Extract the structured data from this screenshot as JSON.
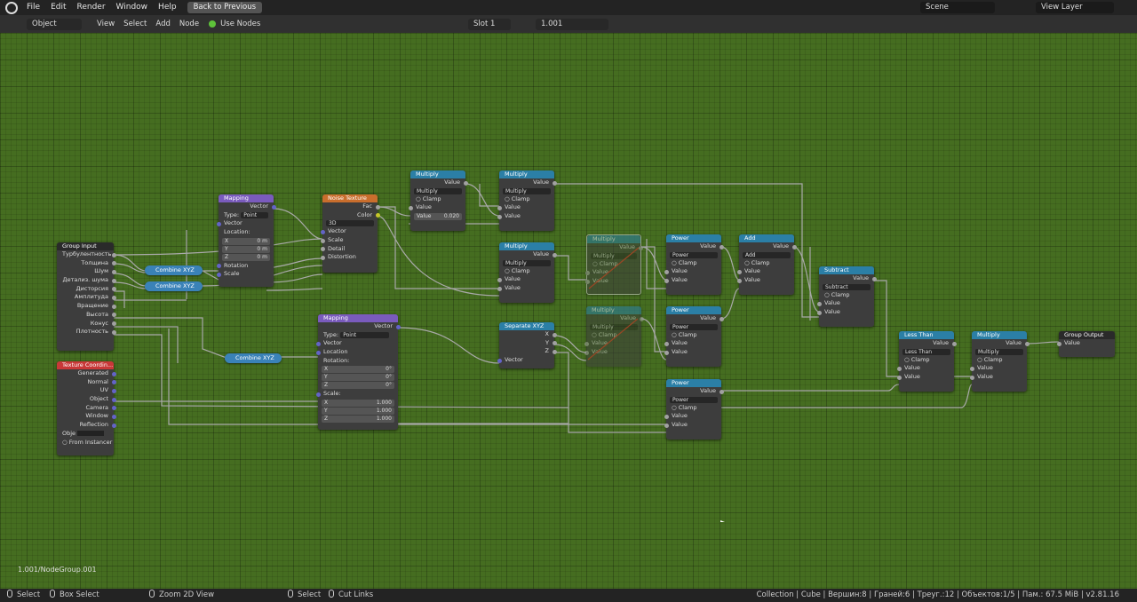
{
  "topbar": {
    "menus": [
      "File",
      "Edit",
      "Render",
      "Window",
      "Help"
    ],
    "back_button": "Back to Previous",
    "scene": "Scene",
    "view_layer": "View Layer"
  },
  "header": {
    "mode": "Object",
    "menus": [
      "View",
      "Select",
      "Add",
      "Node"
    ],
    "use_nodes": "Use Nodes",
    "slot": "Slot 1",
    "material": "1.001"
  },
  "nodes": {
    "group_input": {
      "title": "Group Input",
      "outputs": [
        "Турбулентность",
        "Толщина",
        "Шум",
        "Детализ. шума",
        "Дисторсия",
        "Амплитуда",
        "Вращение",
        "Высота",
        "Конус",
        "Плотность"
      ]
    },
    "texture_coord": {
      "title": "Texture Coordin...",
      "outputs": [
        "Generated",
        "Normal",
        "UV",
        "Object",
        "Camera",
        "Window",
        "Reflection"
      ],
      "object_label": "Obje",
      "from_instancer": "From Instancer"
    },
    "combine1": {
      "title": "Combine XYZ"
    },
    "combine2": {
      "title": "Combine XYZ"
    },
    "combine3": {
      "title": "Combine XYZ"
    },
    "mapping1": {
      "title": "Mapping",
      "output": "Vector",
      "type_label": "Type:",
      "type_value": "Point",
      "vector": "Vector",
      "location": "Location:",
      "x": "X",
      "y": "Y",
      "z": "Z",
      "x_val": "0 m",
      "y_val": "0 m",
      "z_val": "0 m",
      "rotation": "Rotation",
      "scale": "Scale"
    },
    "noise": {
      "title": "Noise Texture",
      "fac": "Fac",
      "color": "Color",
      "dim": "3D",
      "vector": "Vector",
      "scale": "Scale",
      "detail": "Detail",
      "distortion": "Distortion"
    },
    "mapping2": {
      "title": "Mapping",
      "output": "Vector",
      "type_label": "Type:",
      "type_value": "Point",
      "vector": "Vector",
      "location": "Location",
      "rotation": "Rotation:",
      "rx": "0°",
      "ry": "0°",
      "rz": "0°",
      "scale": "Scale:",
      "sx": "1.000",
      "sy": "1.000",
      "sz": "1.000",
      "x": "X",
      "y": "Y",
      "z": "Z"
    },
    "multiply1": {
      "title": "Multiply",
      "output": "Value",
      "op": "Multiply",
      "clamp": "Clamp",
      "value": "Value",
      "value2_label": "Value",
      "value2": "0.020"
    },
    "multiply2": {
      "title": "Multiply",
      "output": "Value",
      "op": "Multiply",
      "clamp": "Clamp",
      "value": "Value",
      "value2": "Value"
    },
    "multiply3": {
      "title": "Multiply",
      "output": "Value",
      "op": "Multiply",
      "clamp": "Clamp",
      "value": "Value",
      "value2": "Value"
    },
    "separate": {
      "title": "Separate XYZ",
      "x": "X",
      "y": "Y",
      "z": "Z",
      "vector": "Vector"
    },
    "muted1": {
      "title": "Multiply",
      "output": "Value",
      "op": "Multiply",
      "clamp": "Clamp",
      "value": "Value",
      "value2": "Value"
    },
    "muted2": {
      "title": "Multiply",
      "output": "Value",
      "op": "Multiply",
      "clamp": "Clamp",
      "value": "Value",
      "value2": "Value"
    },
    "power1": {
      "title": "Power",
      "output": "Value",
      "op": "Power",
      "clamp": "Clamp",
      "value": "Value",
      "value2": "Value"
    },
    "power2": {
      "title": "Power",
      "output": "Value",
      "op": "Power",
      "clamp": "Clamp",
      "value": "Value",
      "value2": "Value"
    },
    "power3": {
      "title": "Power",
      "output": "Value",
      "op": "Power",
      "clamp": "Clamp",
      "value": "Value",
      "value2": "Value"
    },
    "add": {
      "title": "Add",
      "output": "Value",
      "op": "Add",
      "clamp": "Clamp",
      "value": "Value",
      "value2": "Value"
    },
    "subtract": {
      "title": "Subtract",
      "output": "Value",
      "op": "Subtract",
      "clamp": "Clamp",
      "value": "Value",
      "value2": "Value"
    },
    "lessthan": {
      "title": "Less Than",
      "output": "Value",
      "op": "Less Than",
      "clamp": "Clamp",
      "value": "Value",
      "value2": "Value"
    },
    "multiply4": {
      "title": "Multiply",
      "output": "Value",
      "op": "Multiply",
      "clamp": "Clamp",
      "value": "Value",
      "value2": "Value"
    },
    "group_output": {
      "title": "Group Output",
      "input": "Value"
    }
  },
  "breadcrumb": "1.001/NodeGroup.001",
  "status": {
    "select": "Select",
    "box_select": "Box Select",
    "zoom": "Zoom 2D View",
    "select2": "Select",
    "cut_links": "Cut Links",
    "info": "Collection | Cube | Вершин:8 | Граней:6 | Треуг.:12 | Объектов:1/5 | Пам.: 67.5 MiB | v2.81.16"
  },
  "colors": {
    "canvas": "#456d20",
    "math_header": "#2b7fa6",
    "vector_header": "#7a5bbd",
    "texture_header": "#c96e2d",
    "input_header": "#c83838"
  }
}
